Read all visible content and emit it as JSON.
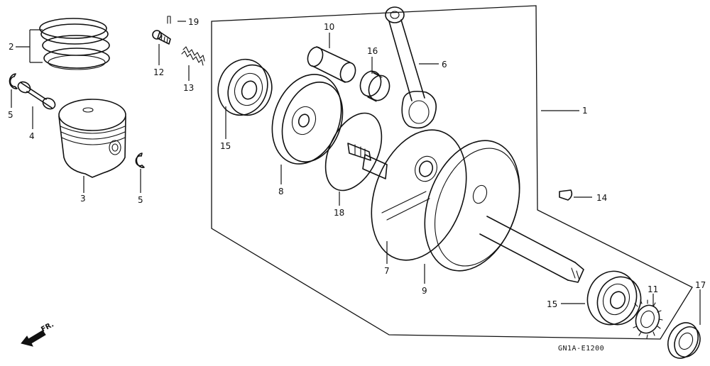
{
  "callouts": {
    "c1": "1",
    "c2": "2",
    "c3": "3",
    "c4": "4",
    "c5a": "5",
    "c5b": "5",
    "c6": "6",
    "c7": "7",
    "c8": "8",
    "c9": "9",
    "c10": "10",
    "c11": "11",
    "c12": "12",
    "c13": "13",
    "c14": "14",
    "c15a": "15",
    "c15b": "15",
    "c16": "16",
    "c17": "17",
    "c18": "18",
    "c19": "19"
  },
  "direction_label": "FR.",
  "drawing_code": "GN1A-E1200",
  "icons": {
    "direction": "arrow-icon"
  }
}
